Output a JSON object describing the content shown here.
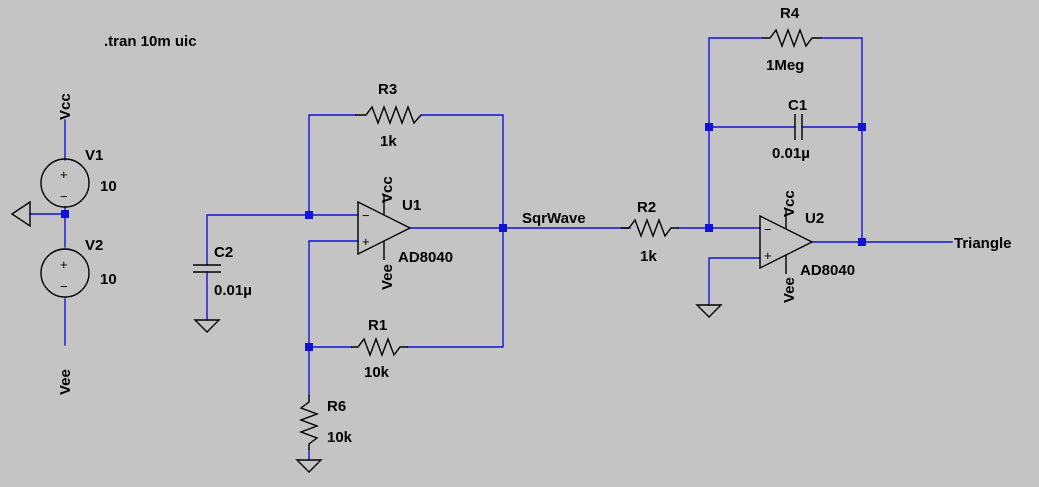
{
  "directive": ".tran 10m uic",
  "nets": {
    "vcc": "Vcc",
    "vee": "Vee",
    "sqrwave": "SqrWave",
    "triangle": "Triangle"
  },
  "components": {
    "V1": {
      "name": "V1",
      "value": "10"
    },
    "V2": {
      "name": "V2",
      "value": "10"
    },
    "R1": {
      "name": "R1",
      "value": "10k"
    },
    "R2": {
      "name": "R2",
      "value": "1k"
    },
    "R3": {
      "name": "R3",
      "value": "1k"
    },
    "R4": {
      "name": "R4",
      "value": "1Meg"
    },
    "R6": {
      "name": "R6",
      "value": "10k"
    },
    "C1": {
      "name": "C1",
      "value": "0.01µ"
    },
    "C2": {
      "name": "C2",
      "value": "0.01µ"
    },
    "U1": {
      "name": "U1",
      "model": "AD8040",
      "pin_vcc": "Vcc",
      "pin_vee": "Vee"
    },
    "U2": {
      "name": "U2",
      "model": "AD8040",
      "pin_vcc": "Vcc",
      "pin_vee": "Vee"
    }
  },
  "symbols": {
    "plus": "+",
    "minus": "−"
  },
  "colors": {
    "background": "#c4c4c4",
    "wire": "#1212d6",
    "symbol": "#000000"
  }
}
